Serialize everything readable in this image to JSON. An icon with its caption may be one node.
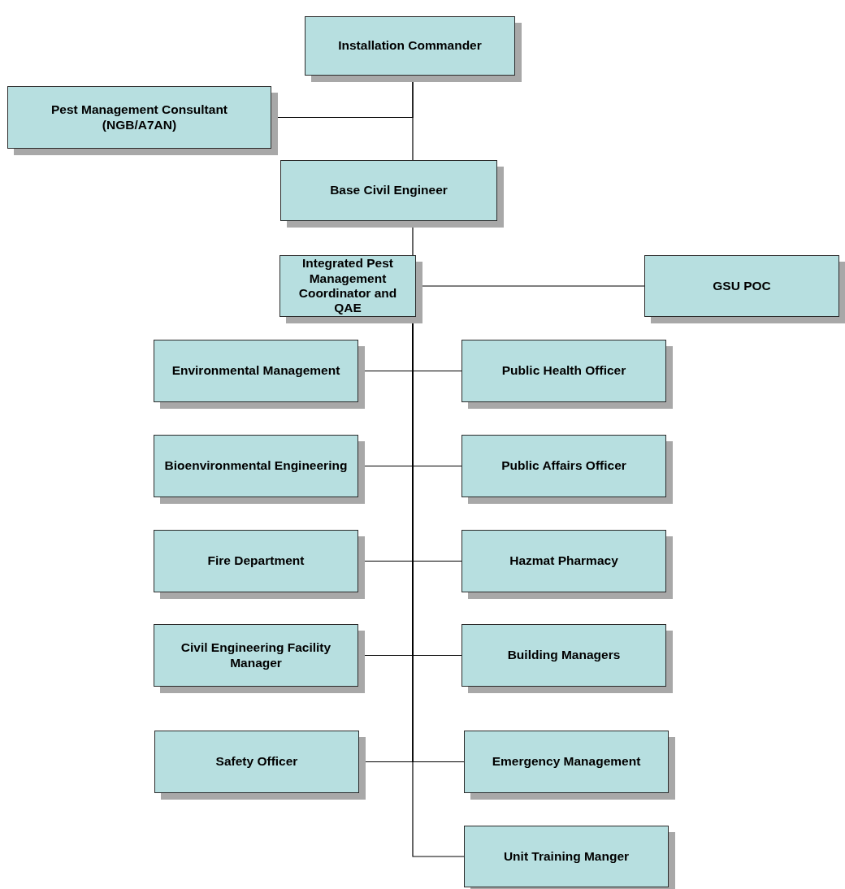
{
  "diagram": {
    "nodes": [
      {
        "text": [
          "Installation Commander"
        ]
      },
      {
        "text": [
          "Pest Management Consultant (NGB/A7AN)"
        ]
      },
      {
        "text": [
          "Base Civil Engineer"
        ]
      },
      {
        "text": [
          "Integrated Pest Management Coordinator and QAE"
        ]
      },
      {
        "text": [
          "GSU POC"
        ]
      },
      {
        "text": [
          "Environmental Management"
        ]
      },
      {
        "text": [
          "Public Health Officer"
        ]
      },
      {
        "text": [
          "Bioenvironmental Engineering"
        ]
      },
      {
        "text": [
          "Public Affairs Officer"
        ]
      },
      {
        "text": [
          "Fire Department"
        ]
      },
      {
        "text": [
          "Hazmat Pharmacy"
        ]
      },
      {
        "text": [
          "Civil Engineering Facility Manager"
        ]
      },
      {
        "text": [
          "Building Managers"
        ]
      },
      {
        "text": [
          "Safety Officer"
        ]
      },
      {
        "text": [
          "Emergency Management"
        ]
      },
      {
        "text": [
          "Unit Training Manger"
        ]
      }
    ],
    "edges": [
      {
        "from": 0,
        "to": 2,
        "arrow": "none"
      },
      {
        "from": 1,
        "to": 0,
        "arrow": "none"
      },
      {
        "from": 2,
        "to": 3,
        "arrow": "none"
      },
      {
        "from": 3,
        "to": 4,
        "arrow": "none"
      },
      {
        "from": 3,
        "to": 5,
        "arrow": "none"
      },
      {
        "from": 3,
        "to": 6,
        "arrow": "none"
      },
      {
        "from": 3,
        "to": 7,
        "arrow": "none"
      },
      {
        "from": 3,
        "to": 8,
        "arrow": "none"
      },
      {
        "from": 3,
        "to": 9,
        "arrow": "none"
      },
      {
        "from": 3,
        "to": 10,
        "arrow": "none"
      },
      {
        "from": 3,
        "to": 11,
        "arrow": "none"
      },
      {
        "from": 3,
        "to": 12,
        "arrow": "none"
      },
      {
        "from": 3,
        "to": 13,
        "arrow": "none"
      },
      {
        "from": 3,
        "to": 14,
        "arrow": "none"
      },
      {
        "from": 3,
        "to": 15,
        "arrow": "none"
      }
    ]
  }
}
